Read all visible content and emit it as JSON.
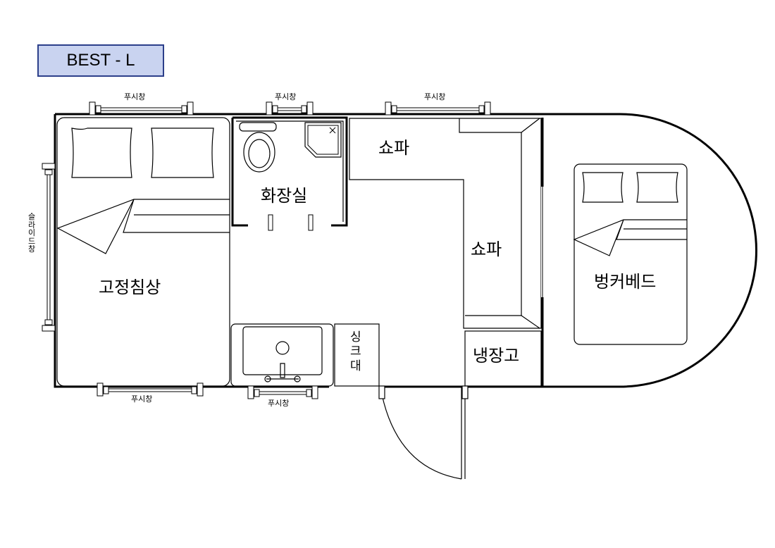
{
  "title": "BEST - L",
  "rooms": {
    "fixed_bed": "고정침상",
    "bathroom": "화장실",
    "sofa_top": "쇼파",
    "sofa_side": "쇼파",
    "bunk_bed": "벙커베드",
    "fridge": "냉장고",
    "sink_chars": [
      "싱",
      "크",
      "대"
    ]
  },
  "windows": {
    "push_top_left": "푸시창",
    "push_top_mid": "푸시창",
    "push_top_right": "푸시창",
    "push_bottom_left": "푸시창",
    "push_bottom_mid": "푸시창",
    "slide_left_chars": [
      "슬",
      "라",
      "이",
      "드",
      "창"
    ]
  },
  "colors": {
    "title_fill": "#c9d3f0",
    "title_border": "#2c3f8a",
    "wall": "#000000"
  }
}
